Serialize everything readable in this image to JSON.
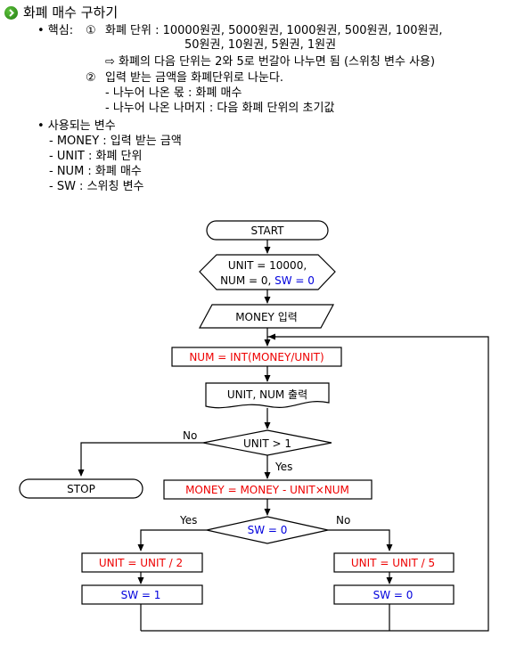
{
  "colors": {
    "red": "#ee0000",
    "blue": "#0000dd",
    "bullet": "#2e8b1a"
  },
  "header": {
    "icon": "green-circle-chevron-icon",
    "title": "화폐 매수 구하기",
    "core_label": "• 핵심:",
    "item1_num": "①",
    "item1_line1": "화폐 단위 : 10000원권, 5000원권, 1000원권, 500원권, 100원권,",
    "item1_line2": "50원권, 10원권, 5원권, 1원권",
    "item1_note": "⇨ 화폐의 다음 단위는 2와 5로 번갈아 나누면 됨 (스위칭 변수 사용)",
    "item2_num": "②",
    "item2_text": "입력 받는 금액을 화폐단위로 나눈다.",
    "item2_sub1": "- 나누어 나온 몫 : 화폐 매수",
    "item2_sub2": "- 나누어 나온 나머지 : 다음 화폐 단위의 초기값",
    "vars_label": "• 사용되는 변수",
    "vars": [
      "- MONEY : 입력 받는 금액",
      "- UNIT : 화폐 단위",
      "- NUM : 화폐 매수",
      "- SW : 스위칭 변수"
    ]
  },
  "flowchart": {
    "start": "START",
    "init_line1": "UNIT = 10000,",
    "init_line2_a": "NUM = 0, ",
    "init_line2_b": "SW = 0",
    "input": "MONEY 입력",
    "calc_num": "NUM = INT(MONEY/UNIT)",
    "output": "UNIT, NUM 출력",
    "decision1": "UNIT > 1",
    "d1_no": "No",
    "d1_yes": "Yes",
    "stop": "STOP",
    "calc_money": "MONEY = MONEY - UNIT×NUM",
    "decision2": "SW = 0",
    "d2_yes": "Yes",
    "d2_no": "No",
    "left_unit": "UNIT = UNIT / 2",
    "left_sw": "SW = 1",
    "right_unit": "UNIT = UNIT / 5",
    "right_sw": "SW = 0"
  }
}
